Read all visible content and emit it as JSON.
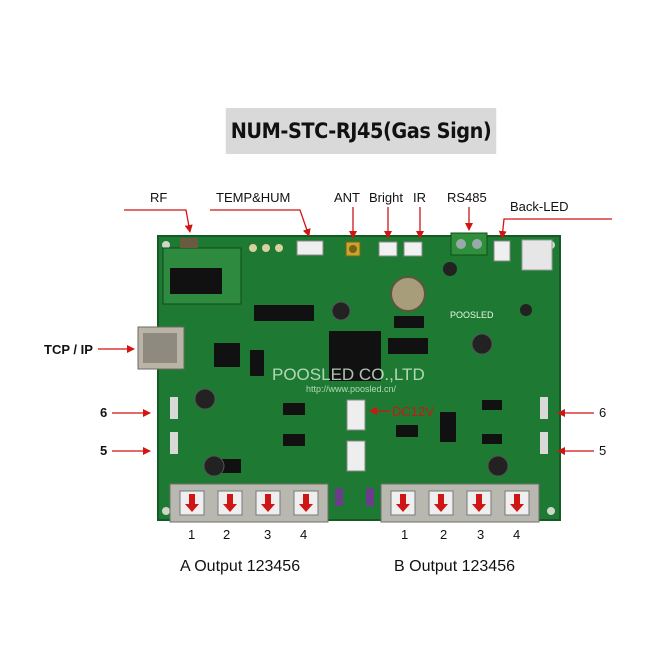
{
  "title": "NUM-STC-RJ45(Gas Sign)",
  "labels": {
    "rf": "RF",
    "temp_hum": "TEMP&HUM",
    "ant": "ANT",
    "bright": "Bright",
    "ir": "IR",
    "rs485": "RS485",
    "back_led": "Back-LED",
    "tcp_ip": "TCP / IP",
    "left_6": "6",
    "left_5": "5",
    "right_6": "6",
    "right_5": "5",
    "dc12v": "DC12V"
  },
  "outputs": {
    "a_title": "A Output 123456",
    "b_title": "B Output 123456",
    "a_ports": [
      "1",
      "2",
      "3",
      "4"
    ],
    "b_ports": [
      "1",
      "2",
      "3",
      "4"
    ]
  },
  "board": {
    "brand": "POOSLED",
    "watermark": "POOSLED CO.,LTD",
    "watermark_url": "http://www.poosled.cn/"
  },
  "colors": {
    "pcb": "#1e7a33",
    "arrow": "#d01515",
    "banner": "#d9d9d9"
  }
}
